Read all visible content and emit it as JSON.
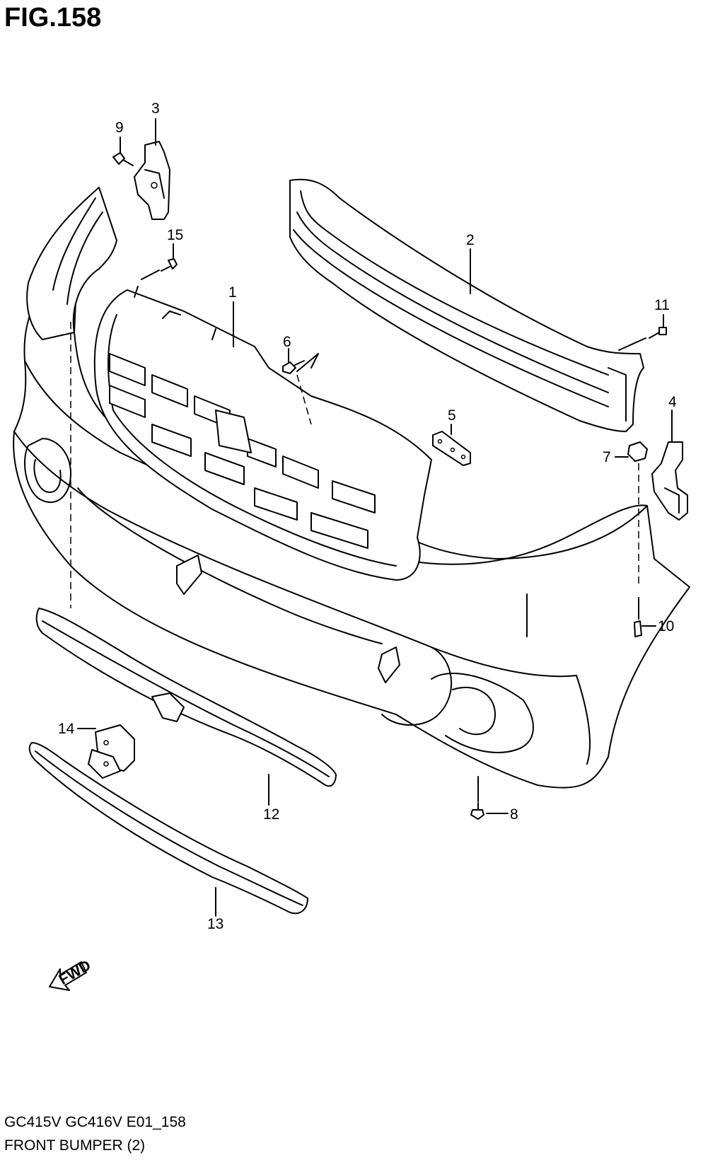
{
  "figure": {
    "title": "FIG.158",
    "code": "GC415V GC416V E01_158",
    "name": "FRONT BUMPER (2)",
    "fwd_label": "FWD"
  },
  "callouts": [
    {
      "id": "1",
      "label": "1"
    },
    {
      "id": "2",
      "label": "2"
    },
    {
      "id": "3",
      "label": "3"
    },
    {
      "id": "4",
      "label": "4"
    },
    {
      "id": "5",
      "label": "5"
    },
    {
      "id": "6",
      "label": "6"
    },
    {
      "id": "7",
      "label": "7"
    },
    {
      "id": "8",
      "label": "8"
    },
    {
      "id": "9",
      "label": "9"
    },
    {
      "id": "10",
      "label": "10"
    },
    {
      "id": "11",
      "label": "11"
    },
    {
      "id": "12",
      "label": "12"
    },
    {
      "id": "13",
      "label": "13"
    },
    {
      "id": "14",
      "label": "14"
    },
    {
      "id": "15",
      "label": "15"
    }
  ]
}
